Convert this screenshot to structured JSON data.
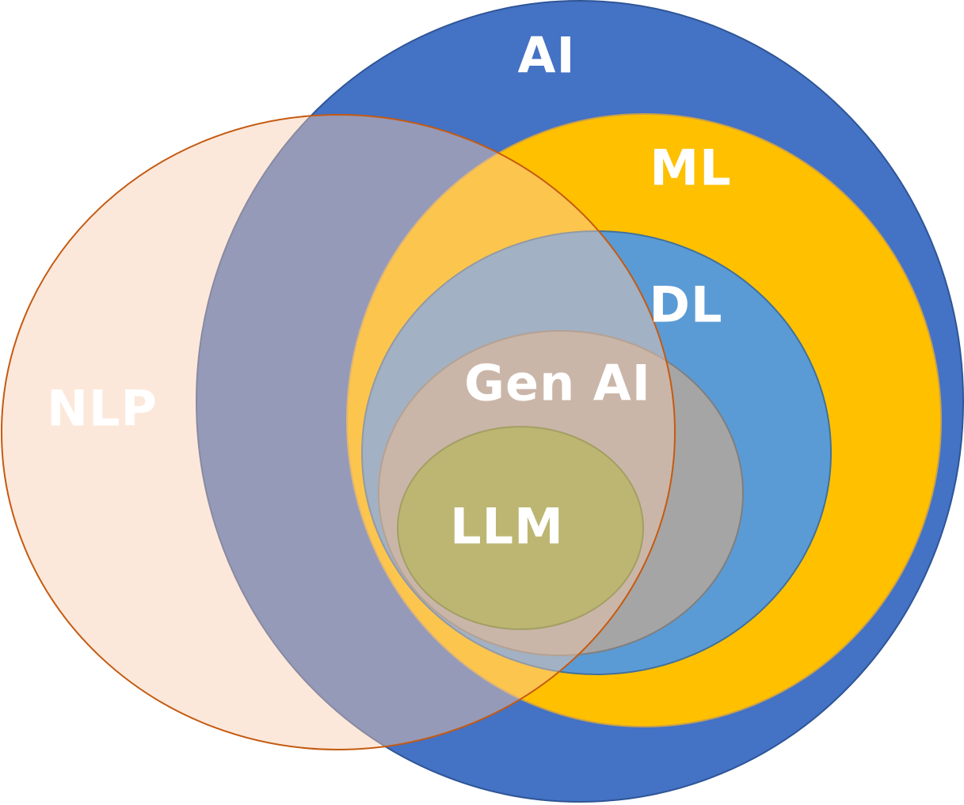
{
  "diagram": {
    "type": "venn",
    "sets": [
      {
        "id": "ai",
        "label": "AI",
        "fill": "#4472C4",
        "stroke": "#2F5597"
      },
      {
        "id": "ml",
        "label": "ML",
        "fill": "#FFC000",
        "stroke": "#C9A14A"
      },
      {
        "id": "dl",
        "label": "DL",
        "fill": "#5B9BD5",
        "stroke": "#41719C"
      },
      {
        "id": "genai",
        "label": "Gen AI",
        "fill": "#A5A5A5",
        "stroke": "#7F7F7F"
      },
      {
        "id": "llm",
        "label": "LLM",
        "fill": "#8BA443",
        "stroke": "#5E7A2A"
      },
      {
        "id": "nlp",
        "label": "NLP",
        "fill": "#F8CBAD",
        "stroke": "#C55A11"
      }
    ]
  }
}
